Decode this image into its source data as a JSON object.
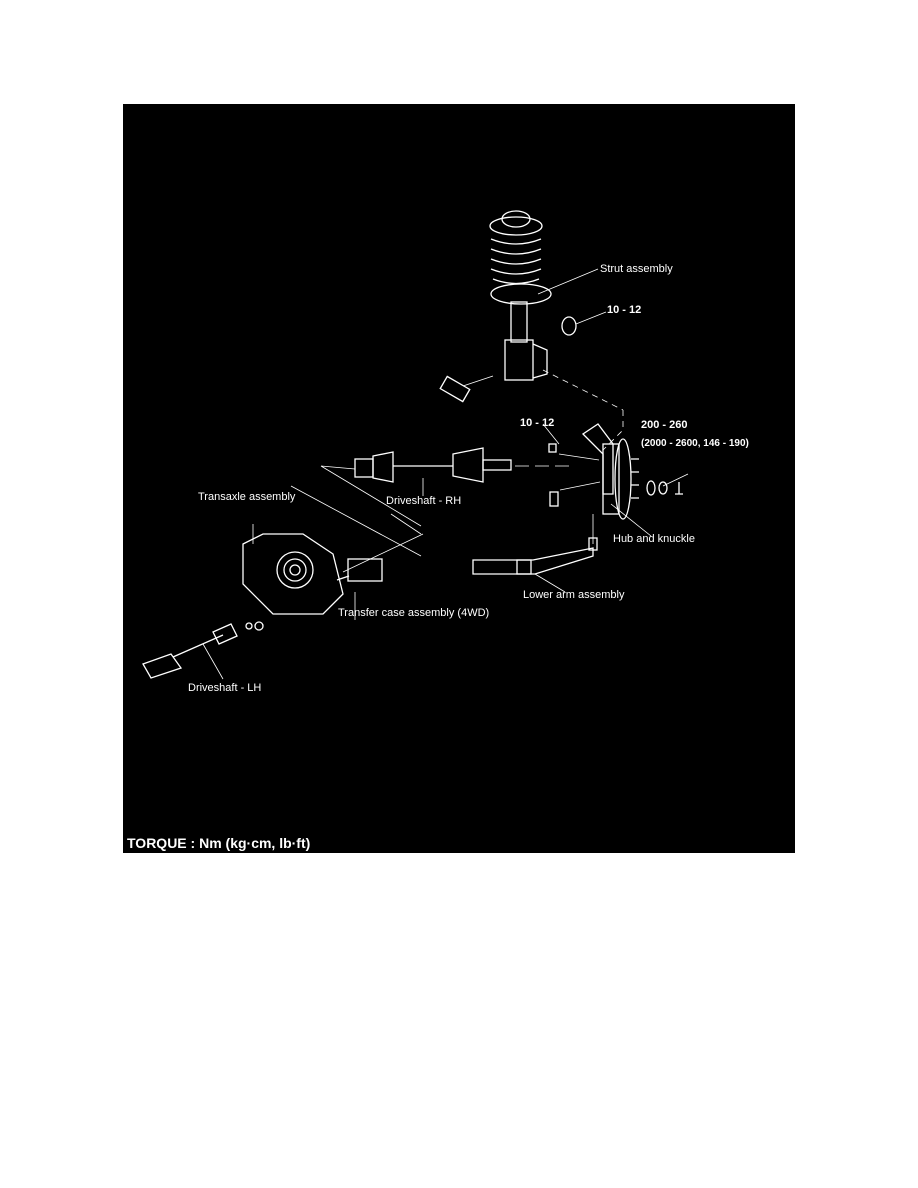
{
  "figure": {
    "labels": {
      "strut_assembly": "Strut assembly",
      "torque_strut": "10 - 12",
      "torque_knuckle_bolt": "10 - 12",
      "torque_hub_nut": "200 - 260",
      "torque_hub_nut_alt": "(2000 - 2600, 146 - 190)",
      "driveshaft_rh": "Driveshaft - RH",
      "transaxle_assembly": "Transaxle assembly",
      "hub_and_knuckle": "Hub and knuckle",
      "lower_arm_assembly": "Lower arm assembly",
      "transfer_case_assembly": "Transfer case assembly (4WD)",
      "driveshaft_lh": "Driveshaft - LH"
    },
    "torque_units": "TORQUE : Nm (kg·cm, lb·ft)"
  }
}
